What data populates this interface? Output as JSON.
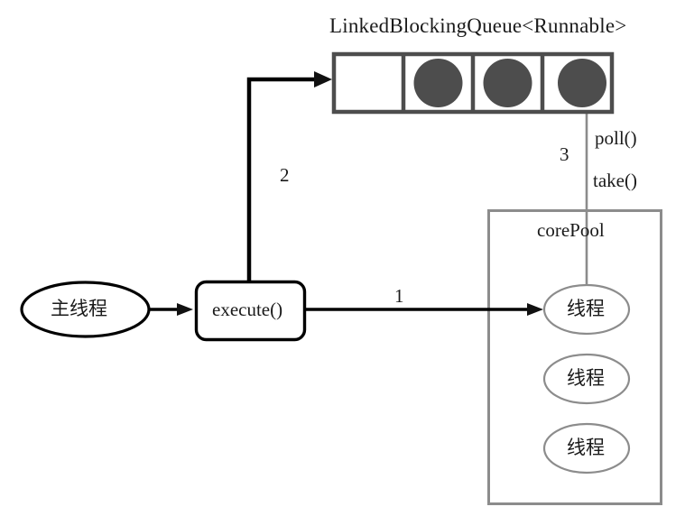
{
  "diagram": {
    "title": "LinkedBlockingQueue<Runnable>",
    "background_color": "#ffffff",
    "stroke_dark": "#000000",
    "stroke_gray": "#4d4d4d",
    "stroke_light": "#8c8c8c",
    "fill_circle": "#4d4d4d"
  },
  "queue": {
    "label": "LinkedBlockingQueue<Runnable>",
    "cells": [
      {
        "name": "cell-0",
        "filled": false
      },
      {
        "name": "cell-1",
        "filled": true
      },
      {
        "name": "cell-2",
        "filled": true
      },
      {
        "name": "cell-3",
        "filled": true
      }
    ]
  },
  "main_thread": {
    "label": "主线程"
  },
  "execute_box": {
    "label": "execute()"
  },
  "core_pool": {
    "label": "corePool",
    "threads": [
      {
        "label": "线程"
      },
      {
        "label": "线程"
      },
      {
        "label": "线程"
      }
    ]
  },
  "edges": {
    "submit": {
      "step": "1",
      "from": "execute()",
      "to": "线程"
    },
    "enqueue": {
      "step": "2",
      "from": "execute()",
      "to": "LinkedBlockingQueue<Runnable>"
    },
    "dequeue": {
      "step": "3",
      "from": "线程",
      "to": "LinkedBlockingQueue<Runnable>",
      "methods": [
        "poll()",
        "take()"
      ]
    }
  }
}
